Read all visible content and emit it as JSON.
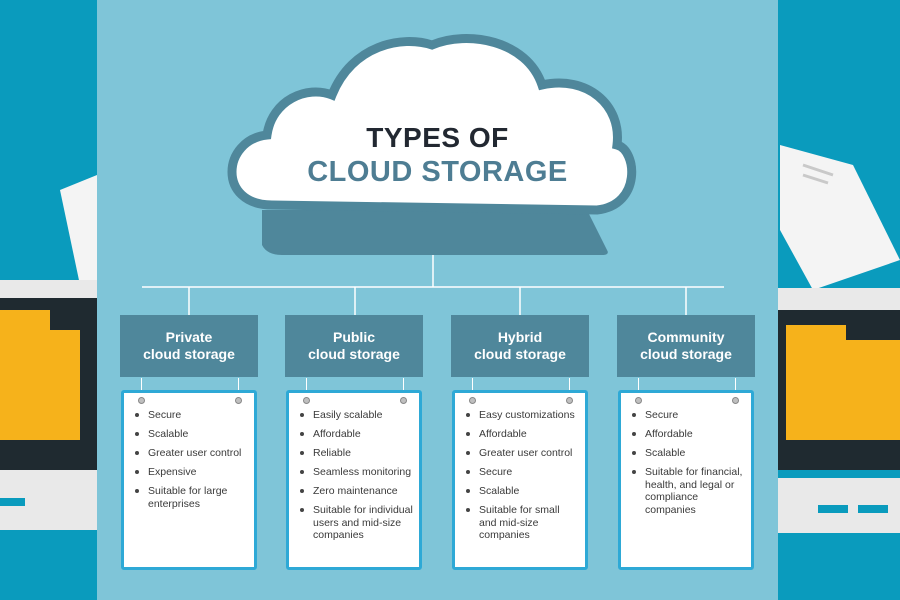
{
  "title": {
    "line1": "TYPES OF",
    "line2": "CLOUD STORAGE"
  },
  "colors": {
    "title_dark": "#222831",
    "title_accent": "#4e7d93",
    "header_bg": "#4f879b",
    "card_border": "#2ea9d6",
    "panel_bg": "#7fc5d8",
    "side_bg": "#0a9bbd"
  },
  "types": [
    {
      "name": "Private\ncloud storage",
      "features": [
        "Secure",
        "Scalable",
        "Greater user control",
        "Expensive",
        "Suitable for large enterprises"
      ]
    },
    {
      "name": "Public\ncloud storage",
      "features": [
        "Easily scalable",
        "Affordable",
        "Reliable",
        "Seamless monitoring",
        "Zero maintenance",
        "Suitable for individual users and mid-size companies"
      ]
    },
    {
      "name": "Hybrid\ncloud storage",
      "features": [
        "Easy customizations",
        "Affordable",
        "Greater user control",
        "Secure",
        "Scalable",
        "Suitable for small and mid-size companies"
      ]
    },
    {
      "name": "Community\ncloud storage",
      "features": [
        "Secure",
        "Affordable",
        "Scalable",
        "Suitable for financial, health, and legal or compliance companies"
      ]
    }
  ]
}
